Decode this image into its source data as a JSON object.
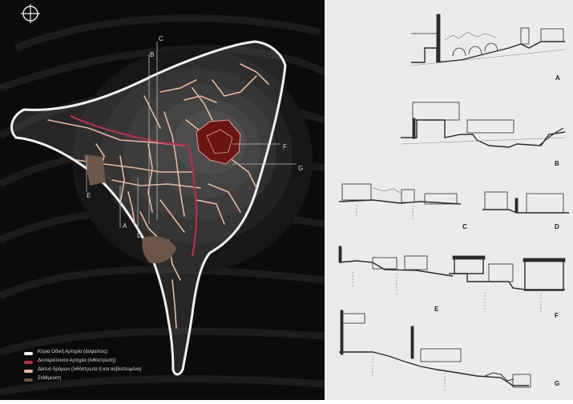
{
  "compass": {
    "icon": "north-arrow-icon"
  },
  "map": {
    "section_markers": [
      "A",
      "B",
      "C",
      "D",
      "E",
      "F",
      "G"
    ],
    "colors": {
      "main_road": "#f2f2f2",
      "secondary_road": "#b5304e",
      "street_network": "#e8b8a0",
      "parking": "#6b5647",
      "settlement_core": "#6a1414"
    }
  },
  "legend": {
    "items": [
      {
        "label": "Κύρια Οδική Αρτηρία  (άσφαλτος)",
        "color": "#f2f2f2"
      },
      {
        "label": "Δευτερεύουσα Αρτηρία (λιθόστρωτη)",
        "color": "#b5304e"
      },
      {
        "label": "Δίκτυο δρόμων (λιθόστρωτα ή και ασβεστωμένα)",
        "color": "#e8b8a0"
      },
      {
        "label": "Στάθμευση",
        "color": "#6b5647"
      }
    ]
  },
  "sections": [
    {
      "label": "A"
    },
    {
      "label": "B"
    },
    {
      "label": "C"
    },
    {
      "label": "D"
    },
    {
      "label": "E"
    },
    {
      "label": "F"
    },
    {
      "label": "G"
    }
  ]
}
